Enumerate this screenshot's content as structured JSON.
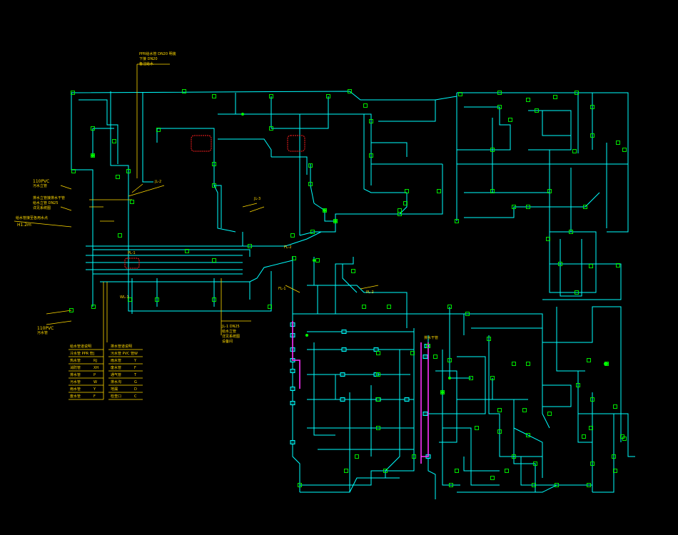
{
  "labels": {
    "top_callout_1": "PPR给水管 DN20 明装",
    "top_callout_2": "下接 DN20",
    "top_callout_3": "备注给水",
    "left_callout_1": "110PVC",
    "left_callout_2": "污水立管",
    "left_callout_3": "排水立管接排水干管",
    "left_callout_4": "给水立管 DN25",
    "left_callout_5": "详见系统图",
    "left_callout_6": "给水管接至各用水点",
    "left_callout_height": "H1.2m",
    "left_bottom_1": "110PVC",
    "left_bottom_2": "污水管",
    "mid_callout_1": "JL-1 DN25",
    "mid_callout_2": "给水立管",
    "mid_callout_3": "详见系统图",
    "mid_callout_4": "设备间",
    "right_tag_1": "JL-2",
    "right_tag_2": "JL-3",
    "center_tag_1": "PL-1",
    "center_tag_2": "WL-1",
    "center_tag_3": "FL-1",
    "center_tag_4": "PL-2",
    "center_tag_5": "FL-2",
    "pink_tag": "排水干管"
  },
  "legend": {
    "left": [
      "给水管道说明",
      "冷水管 PPR 管",
      "热水管",
      "消防管",
      "排水管",
      "污水管",
      "雨水管",
      "废水管"
    ],
    "left_codes": [
      "J",
      "RJ",
      "XH",
      "P",
      "W",
      "Y",
      "F"
    ],
    "right": [
      "排水管道说明",
      "污水管 PVC 管",
      "雨水管",
      "废水管",
      "通气管",
      "排水沟",
      "地漏",
      "检查口"
    ],
    "right_codes": [
      "W",
      "Y",
      "F",
      "T",
      "G",
      "D",
      "C"
    ]
  },
  "colors": {
    "background": "#000000",
    "pipe": "#00ffff",
    "node": "#00ff00",
    "leader": "#ffd900",
    "outline": "#ff2020",
    "drain": "#ff33ff",
    "text_white": "#ffffff"
  }
}
